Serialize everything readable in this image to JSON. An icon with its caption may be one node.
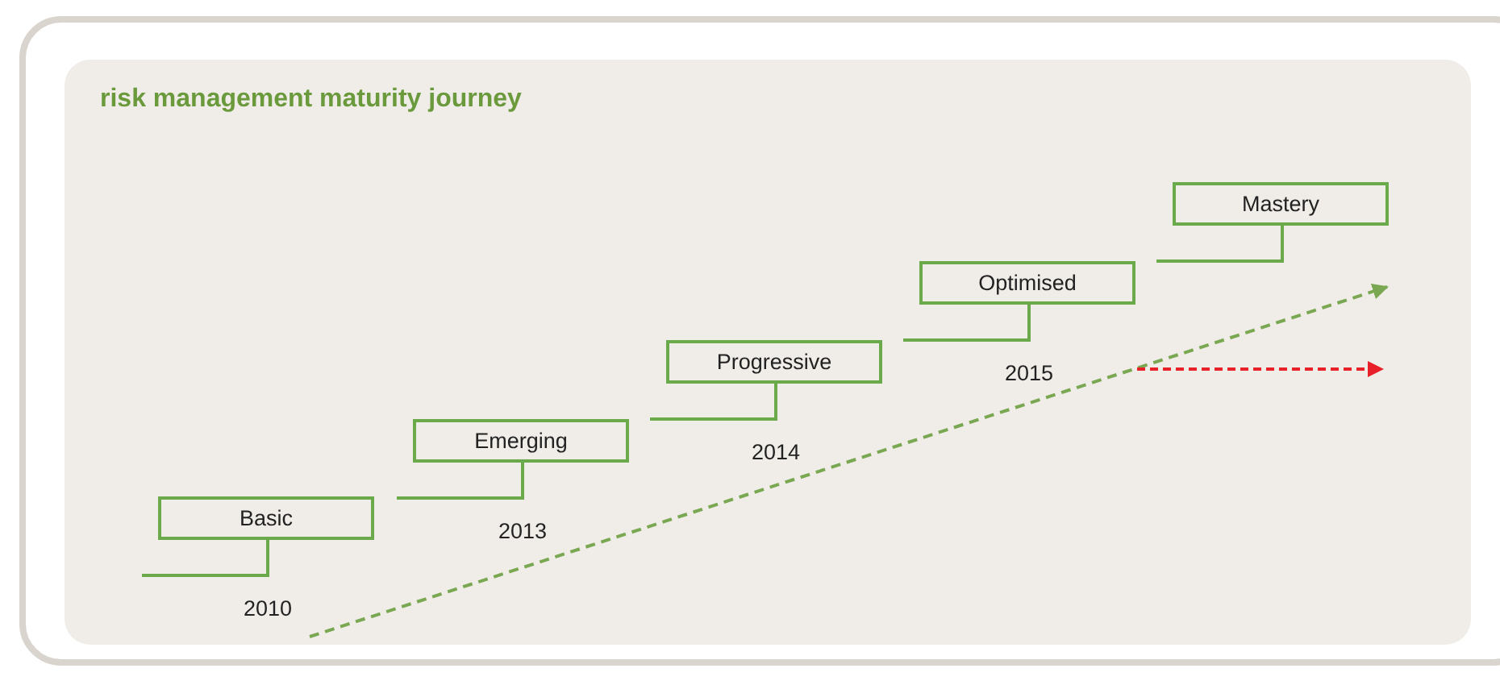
{
  "diagram": {
    "title": "risk management maturity journey",
    "nodes": [
      {
        "text": [
          "Basic"
        ],
        "beside": [
          "2010"
        ]
      },
      {
        "text": [
          "Emerging"
        ],
        "beside": [
          "2013"
        ]
      },
      {
        "text": [
          "Progressive"
        ],
        "beside": [
          "2014"
        ]
      },
      {
        "text": [
          "Optimised"
        ],
        "beside": [
          "2015"
        ]
      },
      {
        "text": [
          "Mastery"
        ]
      }
    ]
  }
}
